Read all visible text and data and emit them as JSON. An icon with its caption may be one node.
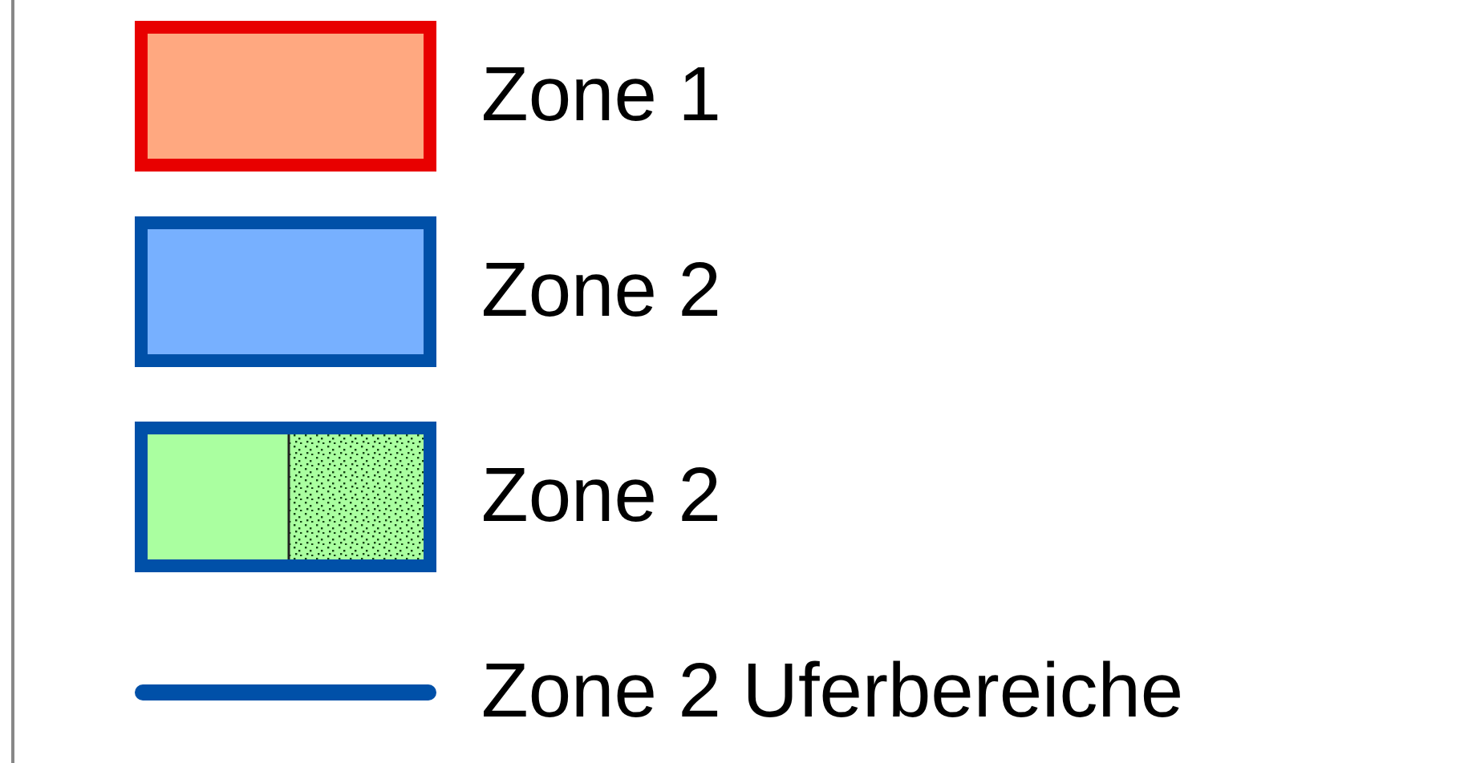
{
  "diagram": {
    "legend": [
      {
        "text": "Zone 1",
        "color": "#ffa880"
      },
      {
        "text": "Zone 2",
        "color": "#77b0ff"
      },
      {
        "text": "Zone 2"
      },
      {
        "text": "Zone 2 Uferbereiche"
      }
    ]
  }
}
